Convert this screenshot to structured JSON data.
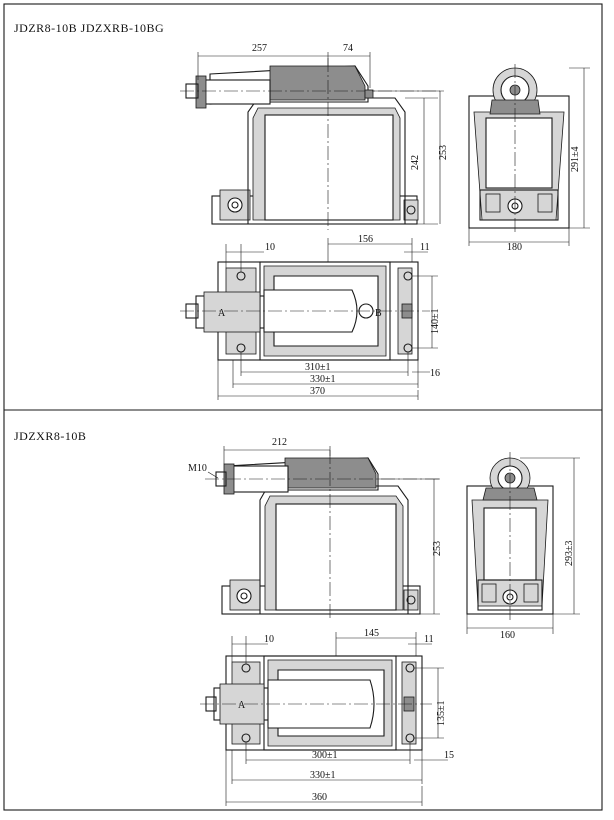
{
  "sections": [
    {
      "title": "JDZR8-10B  JDZXRB-10BG",
      "front": {
        "dim_top_left": "257",
        "dim_top_right": "74",
        "dim_h1": "242",
        "dim_h2": "253"
      },
      "side": {
        "dim_width": "180",
        "dim_height": "291±4"
      },
      "plan": {
        "dim_left": "10",
        "dim_mid": "156",
        "dim_right": "11",
        "label_a": "A",
        "label_b": "B",
        "dim_vert": "140±1",
        "dim_l1": "310±1",
        "dim_l2": "330±1",
        "dim_l3": "370",
        "dim_side": "16"
      }
    },
    {
      "title": "JDZXR8-10B",
      "front": {
        "dim_top": "212",
        "thread": "M10",
        "dim_h": "253"
      },
      "side": {
        "dim_width": "160",
        "dim_height": "293±3"
      },
      "plan": {
        "dim_left": "10",
        "dim_mid": "145",
        "dim_right": "11",
        "label_a": "A",
        "dim_vert": "135±1",
        "dim_l1": "300±1",
        "dim_l2": "330±1",
        "dim_l3": "360",
        "dim_side": "15"
      }
    }
  ]
}
